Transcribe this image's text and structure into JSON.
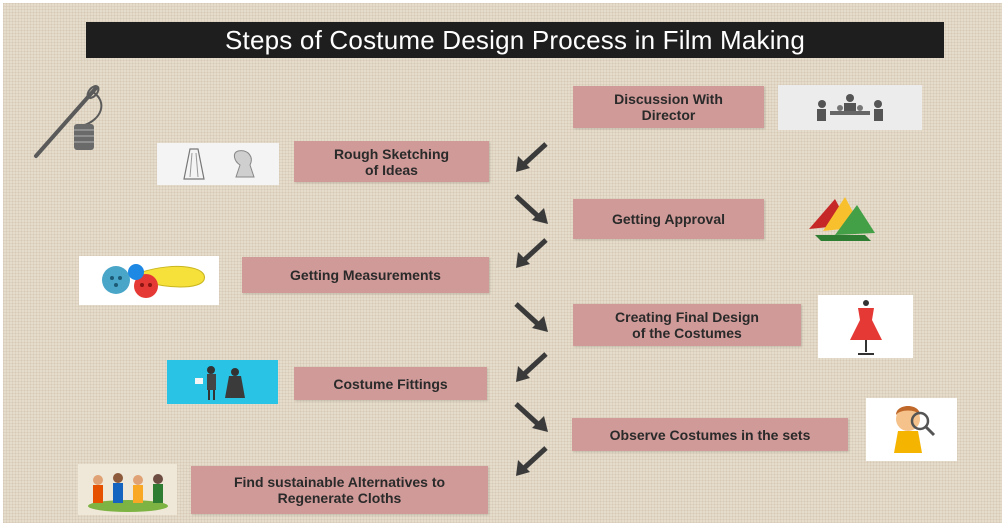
{
  "title": "Steps of Costume Design Process in Film Making",
  "steps": [
    {
      "label": "Discussion With\nDirector",
      "icon": "meeting-icon"
    },
    {
      "label": "Rough Sketching\nof Ideas",
      "icon": "sketch-icon"
    },
    {
      "label": "Getting Approval",
      "icon": "fabric-rolls-icon"
    },
    {
      "label": "Getting Measurements",
      "icon": "buttons-tape-icon"
    },
    {
      "label": "Creating Final Design\nof the Costumes",
      "icon": "dress-form-icon"
    },
    {
      "label": "Costume Fittings",
      "icon": "fitting-icon"
    },
    {
      "label": "Observe Costumes in the sets",
      "icon": "magnifier-girl-icon"
    },
    {
      "label": "Find sustainable Alternatives to\nRegenerate  Cloths",
      "icon": "people-icon"
    }
  ],
  "colors": {
    "step_box": "#cf9a98",
    "title_bar": "#1e1e1e",
    "arrow": "#3a3a3a",
    "background": "#e6dccb"
  }
}
